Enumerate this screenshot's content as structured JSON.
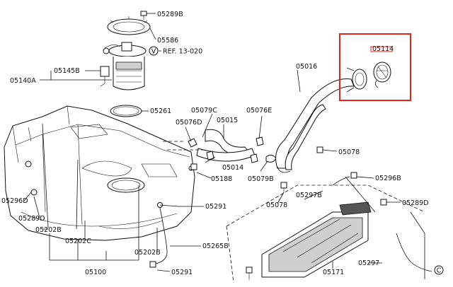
{
  "labels": {
    "p05289B_top": "05289B",
    "p05586": "05586",
    "ref": "REF. 13-020",
    "ref_marker": "V",
    "p05145B": "05145B",
    "p05140A": "05140A",
    "p05261": "05261",
    "p05079C": "05079C",
    "p05076D": "05076D",
    "p05015": "05015",
    "p05076E": "05076E",
    "p05016": "05016",
    "p05114": "05114",
    "p05078_right": "05078",
    "p05014": "05014",
    "p05188": "05188",
    "p05079B": "05079B",
    "p05296B": "05296B",
    "p05297B": "05297B",
    "p05078_bottom": "05078",
    "p05289D_right": "05289D",
    "p05296D": "05296D",
    "p05291_mid": "05291",
    "p05289D_left": "05289D",
    "p05202B_left": "05202B",
    "p05202C": "05202C",
    "p05265B": "05265B",
    "p05202B_right": "05202B",
    "p05100": "05100",
    "p05291_bottom": "05291",
    "p05171": "05171",
    "p05297": "05297",
    "corner": "C"
  },
  "colors": {
    "highlight_box": "#e8231a",
    "line": "#111111",
    "background": "#ffffff"
  }
}
